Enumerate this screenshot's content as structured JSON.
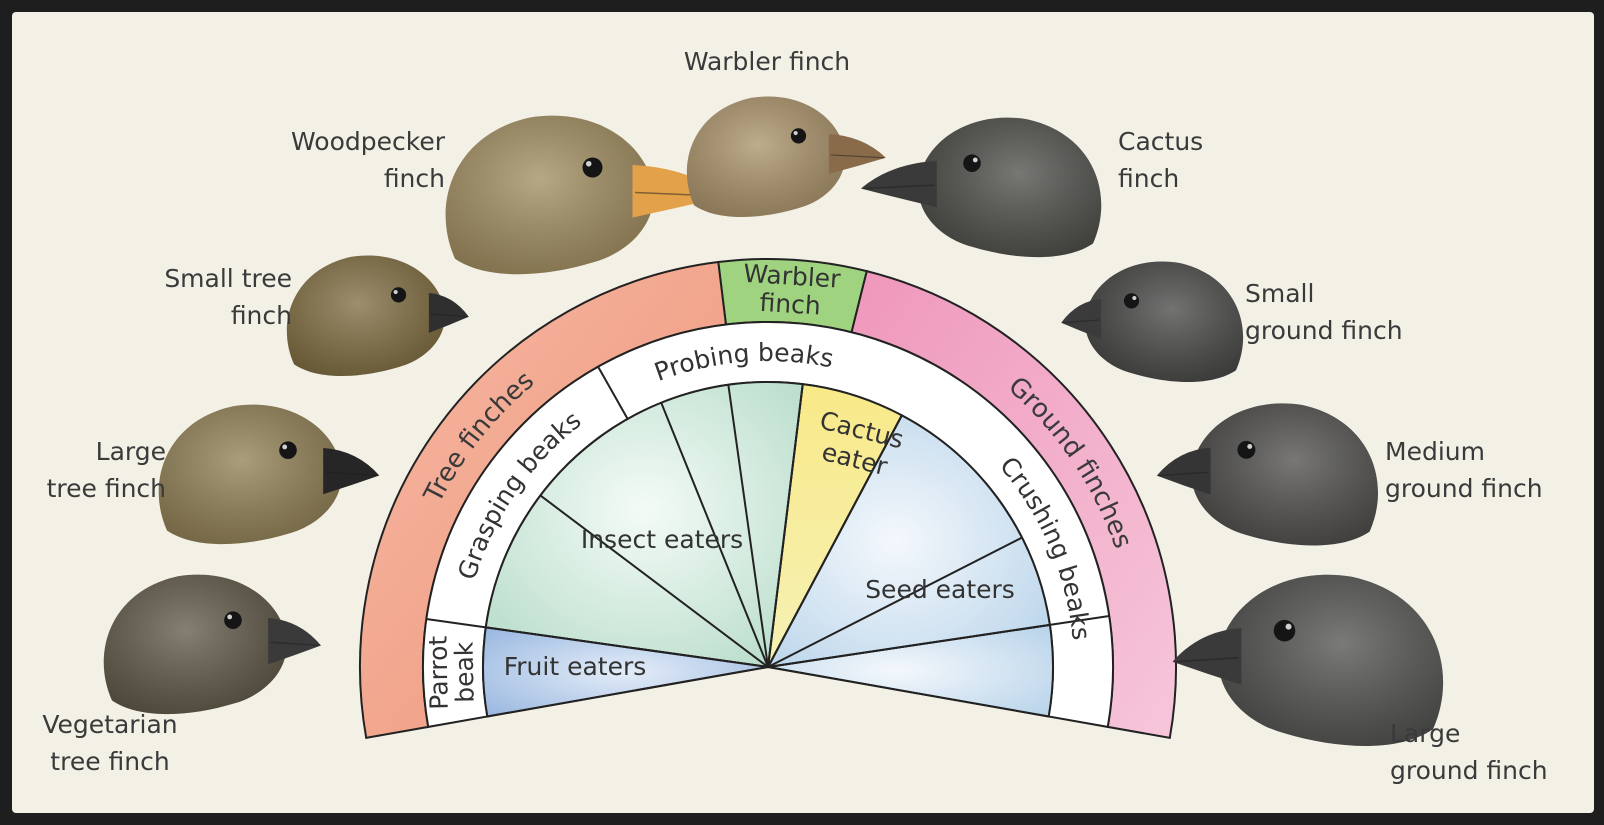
{
  "colors": {
    "background": "#f3f0e6",
    "frame": "#1e1e1e",
    "tree_finches": "#ef9f86",
    "ground_finches": "#ea8fb3",
    "warbler": "#9fd37f",
    "cactus": "#f6e27a",
    "fruit": "#a9c3e6",
    "insect": "#c7e6d7",
    "seed": "#c9dfee",
    "divider": "#222222"
  },
  "birds": [
    {
      "id": "woodpecker",
      "label": [
        "Woodpecker",
        "finch"
      ],
      "plumage": "#9e8a5d",
      "beak": "#e3a24a",
      "icon": "woodpecker-finch-head"
    },
    {
      "id": "warbler",
      "label": [
        "Warbler finch"
      ],
      "plumage": "#a89068",
      "beak": "#8a6b49",
      "icon": "warbler-finch-head"
    },
    {
      "id": "cactus",
      "label": [
        "Cactus",
        "finch"
      ],
      "plumage": "#4a4a46",
      "beak": "#3a3a3a",
      "icon": "cactus-finch-head"
    },
    {
      "id": "small-tree",
      "label": [
        "Small tree",
        "finch"
      ],
      "plumage": "#7d6a3e",
      "beak": "#2f2f2f",
      "icon": "small-tree-finch-head"
    },
    {
      "id": "small-ground",
      "label": [
        "Small",
        "ground finch"
      ],
      "plumage": "#444443",
      "beak": "#3b3b3b",
      "icon": "small-ground-finch-head"
    },
    {
      "id": "large-tree",
      "label": [
        "Large",
        "tree finch"
      ],
      "plumage": "#8e7d52",
      "beak": "#262626",
      "icon": "large-tree-finch-head"
    },
    {
      "id": "medium-ground",
      "label": [
        "Medium",
        "ground finch"
      ],
      "plumage": "#4b4a48",
      "beak": "#353535",
      "icon": "medium-ground-finch-head"
    },
    {
      "id": "vegetarian",
      "label": [
        "Vegetarian",
        "tree finch"
      ],
      "plumage": "#5c5544",
      "beak": "#3a3a3a",
      "icon": "vegetarian-tree-finch-head"
    },
    {
      "id": "large-ground",
      "label": [
        "Large",
        "ground finch"
      ],
      "plumage": "#4e4e4c",
      "beak": "#3a3a3a",
      "icon": "large-ground-finch-head"
    }
  ],
  "outer_ring": {
    "tree": "Tree finches",
    "warbler": [
      "Warbler",
      "finch"
    ],
    "ground": "Ground finches"
  },
  "middle_ring": {
    "parrot": [
      "Parrot",
      "beak"
    ],
    "grasping": "Grasping beaks",
    "probing": "Probing beaks",
    "crushing": "Crushing beaks"
  },
  "inner": {
    "fruit": "Fruit eaters",
    "insect": "Insect eaters",
    "cactus": [
      "Cactus",
      "eater"
    ],
    "seed": "Seed eaters"
  }
}
